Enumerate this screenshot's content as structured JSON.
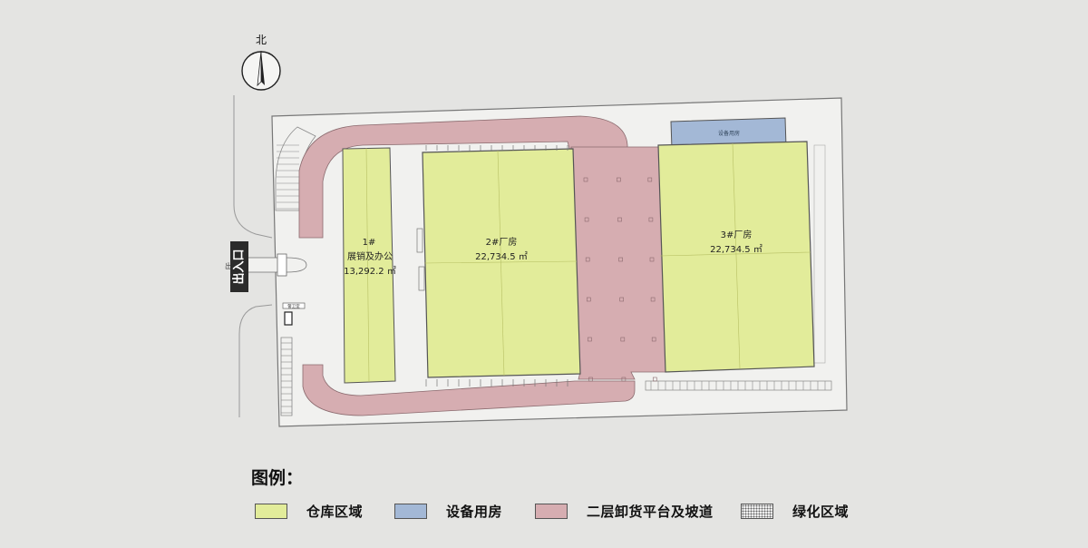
{
  "compass": {
    "north_label": "北"
  },
  "entrance": {
    "sign_label": "出入口",
    "gate_label": "出"
  },
  "buildings": [
    {
      "id": "building-1",
      "number": "1#",
      "name": "展销及办公",
      "area": "13,292.2 ㎡"
    },
    {
      "id": "building-2",
      "name": "2#厂房",
      "area": "22,734.5 ㎡"
    },
    {
      "id": "building-3",
      "name": "3#厂房",
      "area": "22,734.5 ㎡"
    }
  ],
  "equipment_room": {
    "label": "设备用房"
  },
  "guard_house": {
    "label": "警卫室"
  },
  "legend": {
    "title": "图例：",
    "items": [
      {
        "label": "仓库区域",
        "color": "#e2ec9a"
      },
      {
        "label": "设备用房",
        "color": "#a3b8d6"
      },
      {
        "label": "二层卸货平台及坡道",
        "color": "#d6adb1"
      },
      {
        "label": "绿化区域",
        "color": "#f2f2f2",
        "pattern": "dotted"
      }
    ]
  },
  "colors": {
    "warehouse": "#e2ec9a",
    "equipment": "#a3b8d6",
    "platform": "#d6adb1",
    "site": "#f2f2f0",
    "background": "#e4e4e2"
  }
}
